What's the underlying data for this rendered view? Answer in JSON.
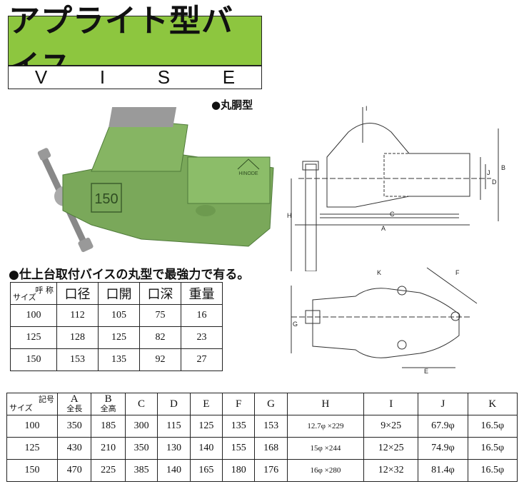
{
  "header": {
    "title": "アプライト型バイス",
    "subtitle_letters": [
      "V",
      "I",
      "S",
      "E"
    ]
  },
  "photo": {
    "model_label": "150",
    "brand": "HINODE"
  },
  "type_label": "●丸胴型",
  "tagline": "●仕上台取付バイスの丸型で最強力で有る。",
  "small_table": {
    "corner_top": "呼 称",
    "corner_bottom": "サイズ",
    "headers": [
      "口径",
      "口開",
      "口深",
      "重量"
    ],
    "rows": [
      [
        "100",
        "112",
        "105",
        "75",
        "16"
      ],
      [
        "125",
        "128",
        "125",
        "82",
        "23"
      ],
      [
        "150",
        "153",
        "135",
        "92",
        "27"
      ]
    ]
  },
  "big_table": {
    "corner_top": "記号",
    "corner_bottom": "サイズ",
    "headers": [
      {
        "letter": "A",
        "sub": "全長"
      },
      {
        "letter": "B",
        "sub": "全高"
      },
      {
        "letter": "C",
        "sub": ""
      },
      {
        "letter": "D",
        "sub": ""
      },
      {
        "letter": "E",
        "sub": ""
      },
      {
        "letter": "F",
        "sub": ""
      },
      {
        "letter": "G",
        "sub": ""
      },
      {
        "letter": "H",
        "sub": ""
      },
      {
        "letter": "I",
        "sub": ""
      },
      {
        "letter": "J",
        "sub": ""
      },
      {
        "letter": "K",
        "sub": ""
      }
    ],
    "rows": [
      [
        "100",
        "350",
        "185",
        "300",
        "115",
        "125",
        "135",
        "153",
        "12.7φ ×229",
        "9×25",
        "67.9φ",
        "16.5φ"
      ],
      [
        "125",
        "430",
        "210",
        "350",
        "130",
        "140",
        "155",
        "168",
        "15φ ×244",
        "12×25",
        "74.9φ",
        "16.5φ"
      ],
      [
        "150",
        "470",
        "225",
        "385",
        "140",
        "165",
        "180",
        "176",
        "16φ ×280",
        "12×32",
        "81.4φ",
        "16.5φ"
      ]
    ]
  },
  "drawing_labels": {
    "top": [
      "I",
      "B",
      "J",
      "D",
      "H",
      "C",
      "A"
    ],
    "bottom": [
      "K",
      "F",
      "G",
      "E"
    ]
  },
  "colors": {
    "title_bg": "#8dc63f",
    "vise_green": "#7aa85a"
  }
}
